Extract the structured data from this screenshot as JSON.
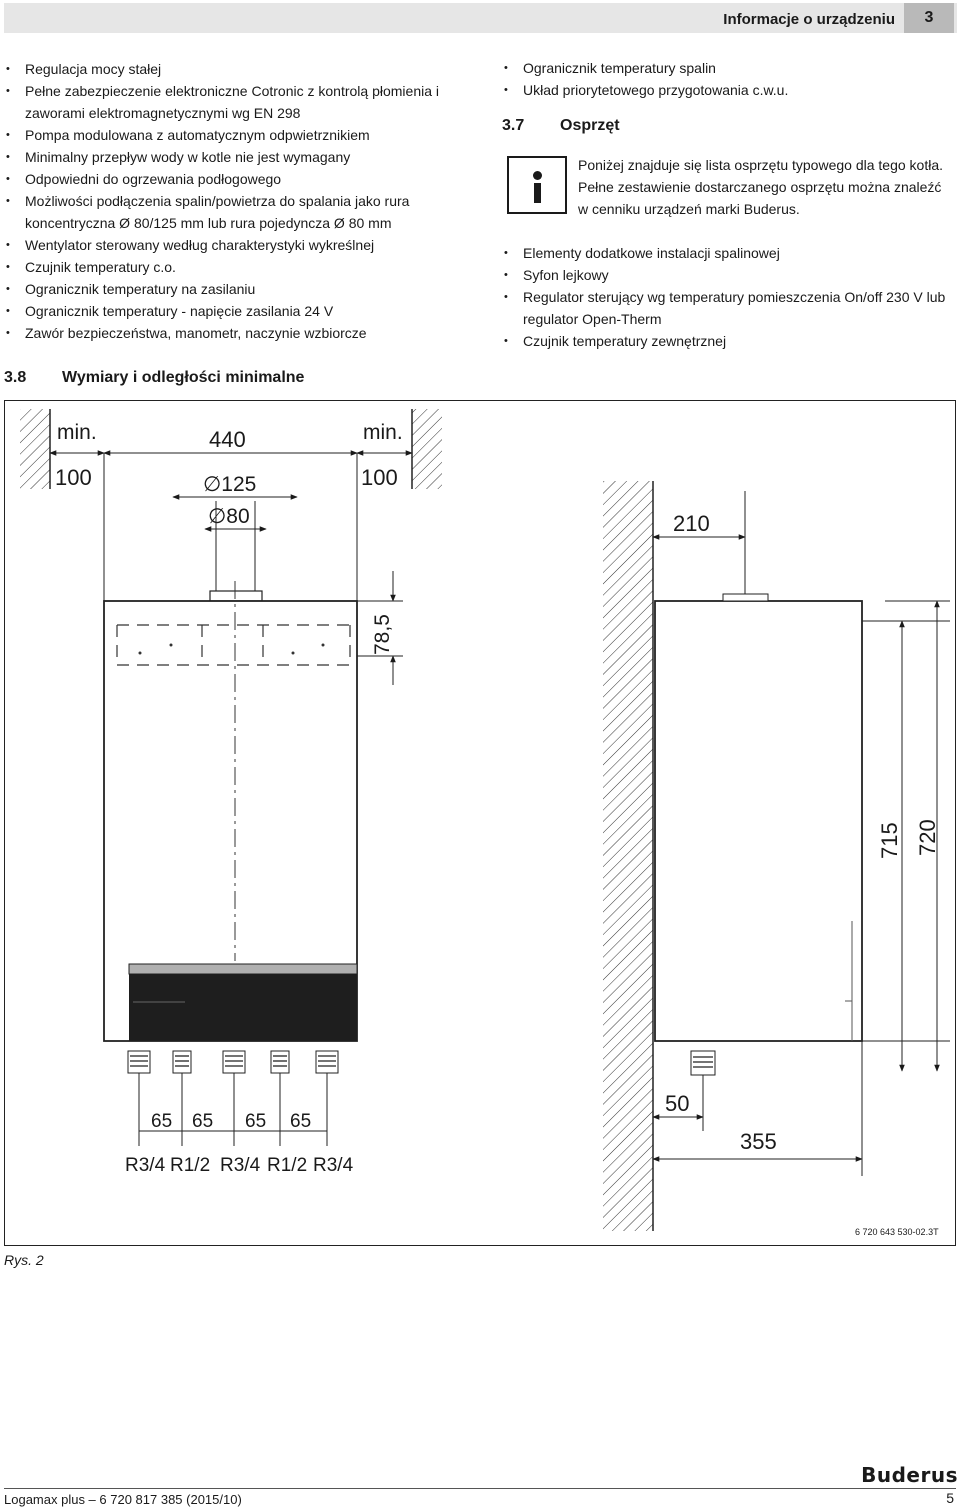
{
  "header": {
    "title": "Informacje o urządzeniu",
    "chapter": "3"
  },
  "left_list": [
    "Regulacja mocy stałej",
    "Pełne zabezpieczenie elektroniczne Cotronic z kontrolą płomienia i zaworami elektromagnetycznymi wg EN 298",
    "Pompa modulowana z automatycznym odpwietrznikiem",
    "Minimalny przepływ wody w kotle nie jest wymagany",
    "Odpowiedni do ogrzewania podłogowego",
    "Możliwości podłączenia spalin/powietrza do spalania jako rura koncentryczna Ø 80/125 mm lub rura pojedyncza Ø 80 mm",
    "Wentylator sterowany według charakterystyki wykreślnej",
    "Czujnik temperatury c.o.",
    "Ogranicznik temperatury na zasilaniu",
    "Ogranicznik temperatury - napięcie zasilania 24 V",
    "Zawór bezpieczeństwa, manometr, naczynie wzbiorcze"
  ],
  "right_list_1": [
    "Ogranicznik temperatury spalin",
    "Układ priorytetowego przygotowania c.w.u."
  ],
  "section_37": {
    "number": "3.7",
    "title": "Osprzęt"
  },
  "info_note": "Poniżej znajduje się lista osprzętu typowego dla tego kotła. Pełne zestawienie dostarczanego osprzętu można znaleźć w cenniku urządzeń marki Buderus.",
  "right_list_2": [
    "Elementy dodatkowe instalacji spalinowej",
    "Syfon lejkowy",
    "Regulator sterujący wg temperatury pomieszczenia On/off 230 V lub regulator Open-Therm",
    "Czujnik temperatury zewnętrznej"
  ],
  "section_38": {
    "number": "3.8",
    "title": "Wymiary i odległości minimalne"
  },
  "figure": {
    "min_left_label": "min.",
    "min_left_value": "100",
    "width_label": "440",
    "dia_outer": "∅125",
    "dia_inner": "∅80",
    "min_right_label": "min.",
    "min_right_value": "100",
    "top_offset": "78,5",
    "side_depth": "210",
    "height_1": "715",
    "height_2": "720",
    "spacing": [
      "65",
      "65",
      "65",
      "65"
    ],
    "connections": [
      "R3/4",
      "R1/2",
      "R3/4",
      "R1/2",
      "R3/4"
    ],
    "side_offset": "50",
    "side_total": "355",
    "ref_code": "6 720 643 530-02.3T"
  },
  "figure_caption": "Rys. 2",
  "footer": {
    "doc": "Logamax plus – 6 720 817 385 (2015/10)",
    "page": "5",
    "brand": "Buderus"
  }
}
